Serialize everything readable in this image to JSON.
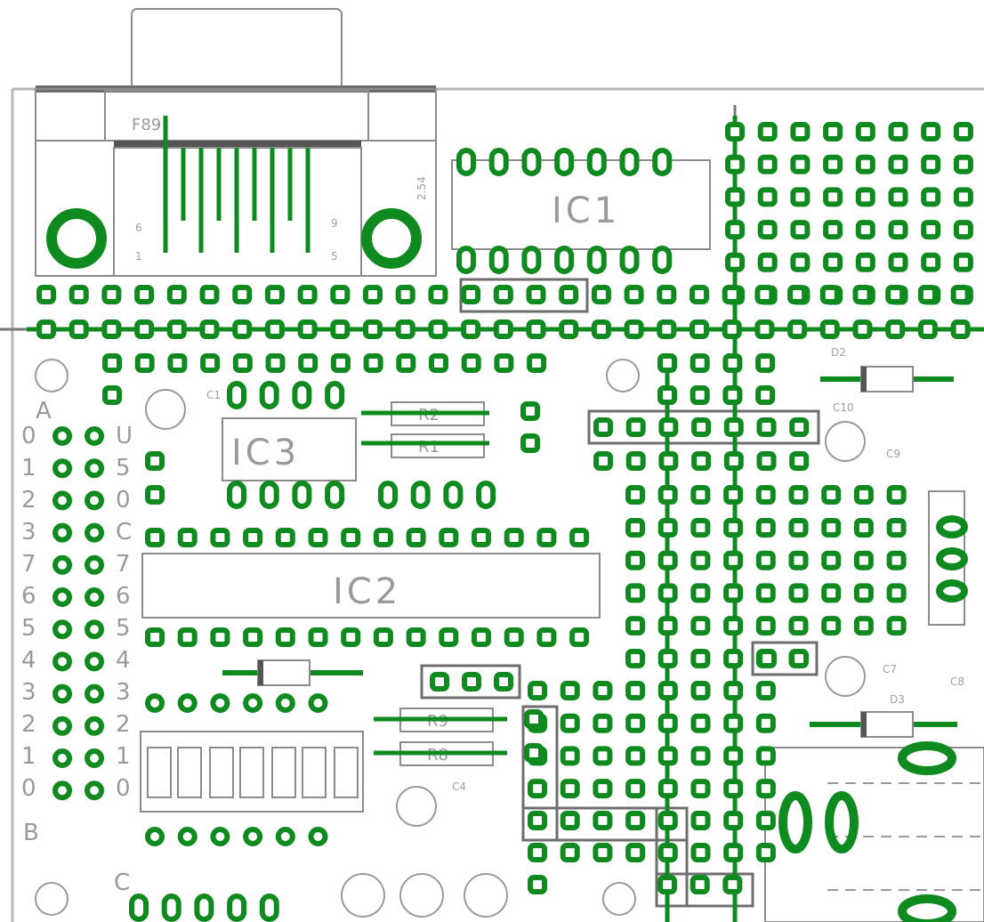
{
  "colors": {
    "pad_ring": "#0f8a1e",
    "pad_hole": "#ffffff",
    "outline": "#8c8c8c",
    "track": "#0f8a1e",
    "connector_dark": "#6e6e6e",
    "silkscreen": "#9a9a9a"
  },
  "labels": {
    "db9_connector": "F89",
    "ic1": "IC1",
    "ic2": "IC2",
    "ic3": "IC3",
    "r1": "R1",
    "r2": "R2",
    "r8": "R8",
    "r9": "R9",
    "c1": "C1",
    "c4": "C4",
    "c7": "C7",
    "c8": "C8",
    "c9": "C9",
    "c10": "C10",
    "d2": "D2",
    "d3": "D3",
    "pin_6": "6",
    "pin_9": "9",
    "pin_1": "1",
    "pin_5": "5",
    "pitch_mark": "2.54",
    "a_label": "A",
    "b_label": "B",
    "c_label": "C",
    "port_rows_left": [
      "0",
      "1",
      "2",
      "3",
      "7",
      "6",
      "5",
      "4",
      "3",
      "2",
      "1",
      "0"
    ],
    "port_rows_right": [
      "U",
      "5",
      "0",
      "C",
      "7",
      "6",
      "5",
      "4",
      "3",
      "2",
      "1",
      "0"
    ]
  },
  "icons": [
    "db9-connector-icon",
    "mounting-hole-icon",
    "dip-ic-icon",
    "resistor-icon",
    "diode-icon",
    "capacitor-icon",
    "led-icon",
    "dc-jack-icon"
  ]
}
